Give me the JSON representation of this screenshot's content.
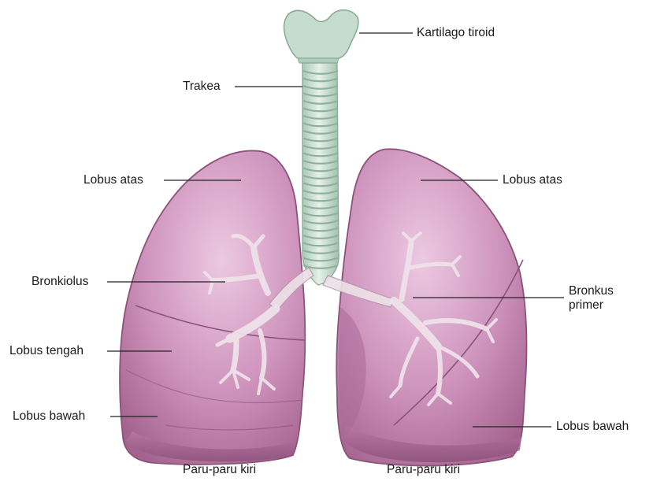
{
  "labels": {
    "kartilago_tiroid": "Kartilago tiroid",
    "trakea": "Trakea",
    "lobus_atas_left": "Lobus atas",
    "lobus_atas_right": "Lobus atas",
    "bronkiolus": "Bronkiolus",
    "bronkus_primer_line1": "Bronkus",
    "bronkus_primer_line2": "primer",
    "lobus_tengah": "Lobus tengah",
    "lobus_bawah_left": "Lobus bawah",
    "lobus_bawah_right": "Lobus bawah",
    "paru_left": "Paru-paru kiri",
    "paru_right": "Paru-paru kiri"
  },
  "colors": {
    "lung_fill": "#c98bb4",
    "lung_light": "#e6bfdc",
    "lung_dark": "#9c5d88",
    "lung_outline": "#7f4a70",
    "trachea": "#cfe3d6",
    "cartilage": "#b9d3c3",
    "bronchi": "#e9dce3",
    "leader_line": "#222222"
  }
}
